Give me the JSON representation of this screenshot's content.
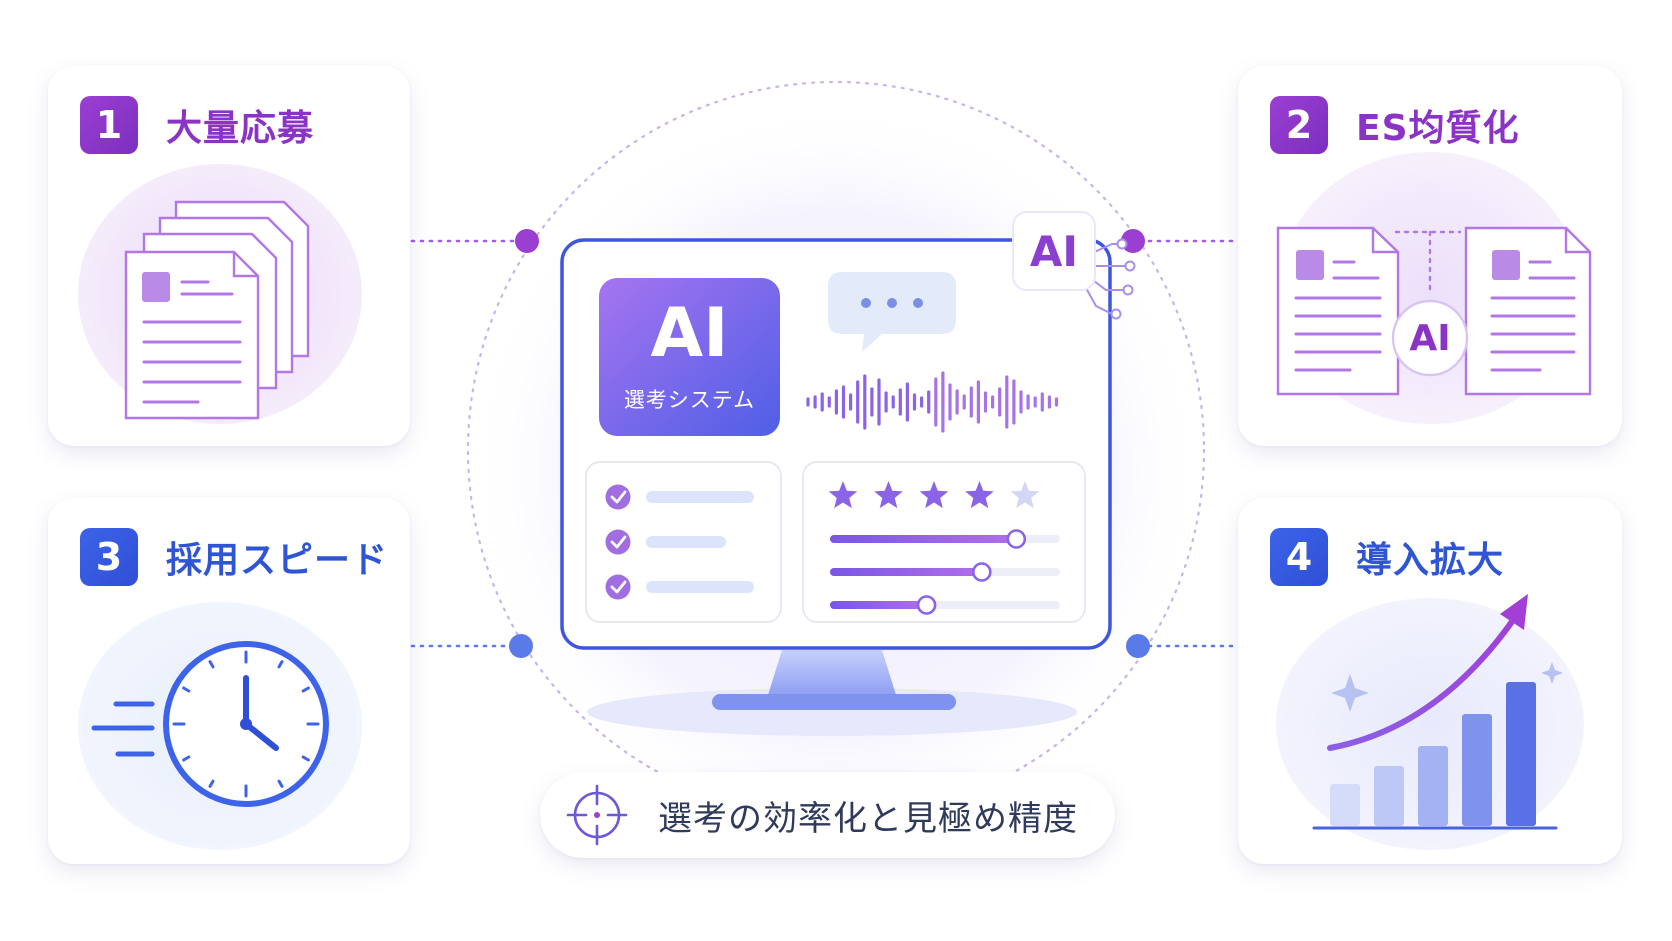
{
  "cards": [
    {
      "number": "1",
      "title": "大量応募",
      "icon": "stacked-documents-icon",
      "accent": "#8a33c4"
    },
    {
      "number": "2",
      "title": "ES均質化",
      "icon": "compare-documents-icon",
      "accent": "#8a33c4"
    },
    {
      "number": "3",
      "title": "採用スピード",
      "icon": "clock-icon",
      "accent": "#2f55d4"
    },
    {
      "number": "4",
      "title": "導入拡大",
      "icon": "growth-chart-icon",
      "accent": "#2f55d4"
    }
  ],
  "center": {
    "ai_badge": "AI",
    "system_title": "AI",
    "system_subtitle": "選考システム",
    "checklist": {
      "checked_items": 3
    },
    "rating": {
      "stars_filled": 4,
      "stars_total": 5
    },
    "sliders": [
      0.81,
      0.66,
      0.42
    ]
  },
  "compare_ai_label": "AI",
  "caption": "選考の効率化と見極め精度",
  "colors": {
    "purple": "#8a33c4",
    "blue": "#2f55d4",
    "monitor_border": "#3e55df",
    "connector_purple": "#9b3fd3",
    "connector_blue": "#3c63e8"
  }
}
